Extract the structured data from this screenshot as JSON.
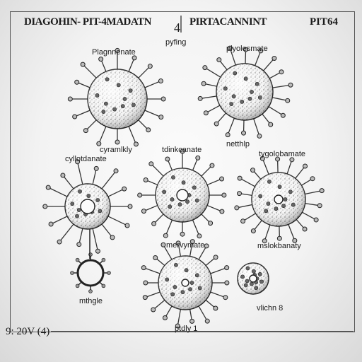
{
  "header": {
    "left": "DIAGOHIN- PIT-4MADATN",
    "number": "4",
    "middle": "PIRTACANNINT",
    "right": "PIT64"
  },
  "labels": {
    "pyfing": "pyfing",
    "plagnnenate": "Plagnnenate",
    "plyolesmate": "plyolesmate",
    "cyramlkly": "cyramlkly",
    "tdinkcanate": "tdinkcanate",
    "netthlp": "netthlp",
    "cyllotdanate": "cyllotdanate",
    "tygolobamate": "tygolobamate",
    "mervymate": "mervymate",
    "mslokbanaty": "mslokbanaty",
    "mthgle": "mthgle",
    "vlichn_8": "vlichn 8",
    "ptdly_1": "ptdly 1"
  },
  "footer": "9: 20V (4)"
}
